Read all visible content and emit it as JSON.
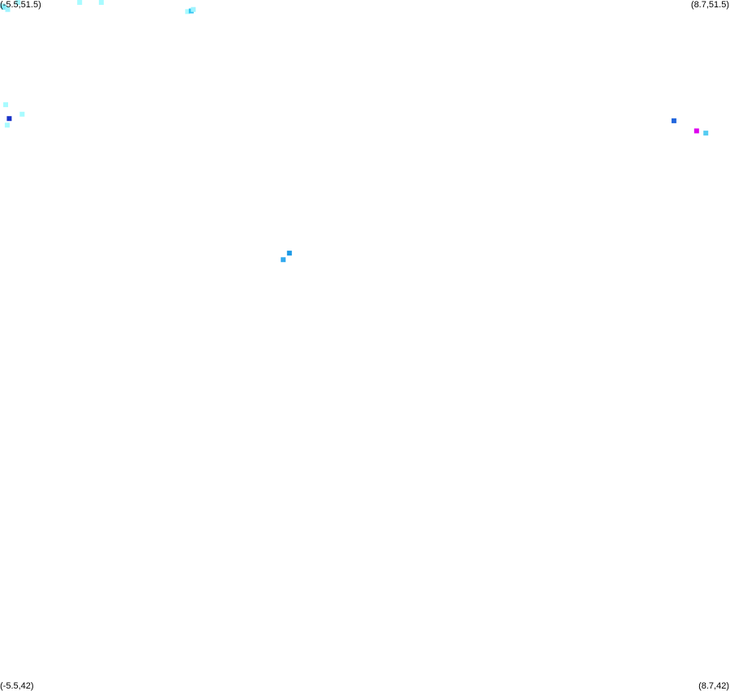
{
  "map": {
    "bounds": {
      "lon_min": -5.5,
      "lon_max": 8.7,
      "lat_min": 42,
      "lat_max": 51.5
    },
    "corner_labels": {
      "top_left": "(-5.5,51.5)",
      "top_right": "(8.7,51.5)",
      "bottom_left": "(-5.5,42)",
      "bottom_right": "(8.7,42)"
    },
    "points": [
      {
        "lon": -5.48,
        "lat": 51.42,
        "color": "#a8f0ff"
      },
      {
        "lon": -5.42,
        "lat": 51.4,
        "color": "#7fe8fa"
      },
      {
        "lon": -5.35,
        "lat": 51.37,
        "color": "#9ff4ff"
      },
      {
        "lon": -5.15,
        "lat": 51.51,
        "color": "#a8f8ff"
      },
      {
        "lon": -3.95,
        "lat": 51.51,
        "color": "#a8fbff"
      },
      {
        "lon": -3.53,
        "lat": 51.51,
        "color": "#a8fbff"
      },
      {
        "lon": -1.85,
        "lat": 51.34,
        "color": "#a8fbff"
      },
      {
        "lon": -1.78,
        "lat": 51.35,
        "color": "#33c4f2"
      },
      {
        "lon": -1.74,
        "lat": 51.37,
        "color": "#9ff4ff"
      },
      {
        "lon": -5.39,
        "lat": 50.06,
        "color": "#a8fbff"
      },
      {
        "lon": -5.32,
        "lat": 49.87,
        "color": "#1a33c8"
      },
      {
        "lon": -5.07,
        "lat": 49.93,
        "color": "#a8fbff"
      },
      {
        "lon": -5.36,
        "lat": 49.78,
        "color": "#a8fbff"
      },
      {
        "lon": 0.01,
        "lat": 47.93,
        "color": "#33aaee"
      },
      {
        "lon": 0.13,
        "lat": 48.02,
        "color": "#1e9ae6"
      },
      {
        "lon": 7.61,
        "lat": 49.84,
        "color": "#2266dd"
      },
      {
        "lon": 8.05,
        "lat": 49.7,
        "color": "#dd00ee"
      },
      {
        "lon": 8.23,
        "lat": 49.67,
        "color": "#55ccf2"
      }
    ]
  }
}
